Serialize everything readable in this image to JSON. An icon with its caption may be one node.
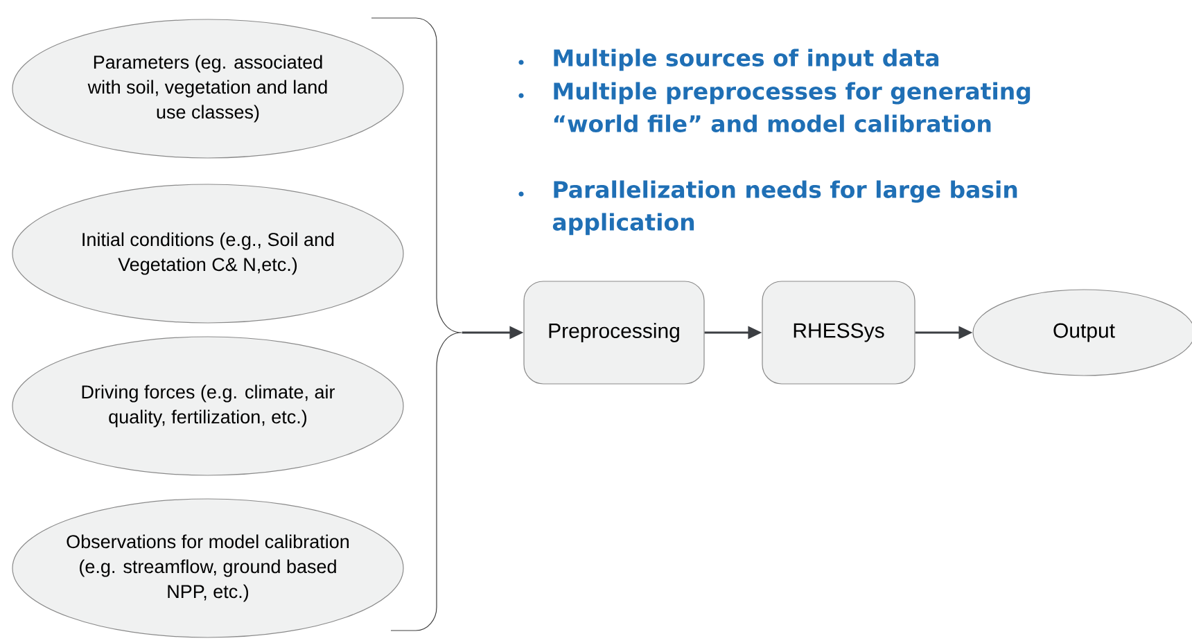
{
  "diagram": {
    "nodes": [
      {
        "text": [
          "Parameters (eg. associated with soil, vegetation and land use classes)"
        ]
      },
      {
        "text": [
          "Initial conditions (e.g., Soil and Vegetation C& N,etc.)"
        ]
      },
      {
        "text": [
          "Driving forces (e.g. climate, air quality, fertilization, etc.)"
        ]
      },
      {
        "text": [
          "Observations for model calibration (e.g. streamflow, ground based NPP, etc.)"
        ]
      },
      {
        "text": [
          "Preprocessing"
        ]
      },
      {
        "text": [
          "RHESSys"
        ]
      },
      {
        "text": [
          "Output"
        ]
      },
      {
        "text": [],
        "shape": "brace"
      }
    ],
    "edges": [
      {
        "from": 7,
        "to": 4,
        "arrow": "to"
      },
      {
        "from": 4,
        "to": 5,
        "arrow": "to"
      },
      {
        "from": 5,
        "to": 6,
        "arrow": "to"
      }
    ],
    "labels": [
      "Multiple sources of input data",
      "Multiple preprocesses for generating “world file” and model calibration",
      "Parallelization needs for large basin application"
    ]
  }
}
